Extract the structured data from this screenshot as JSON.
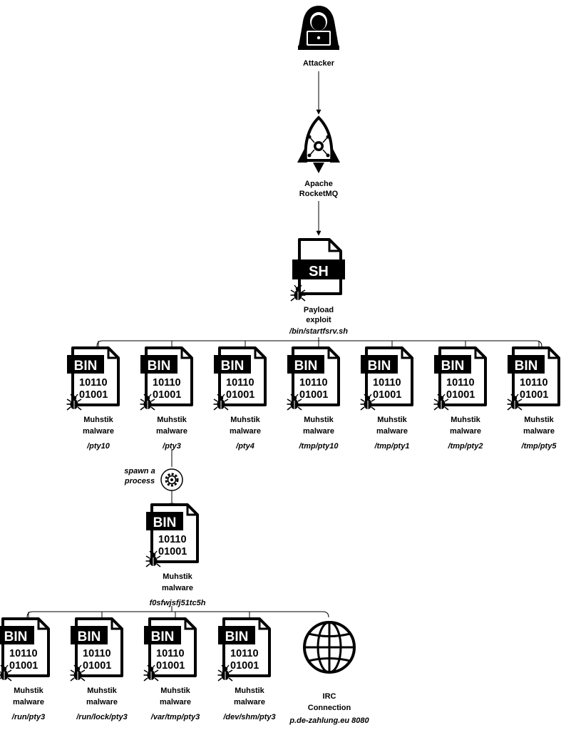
{
  "attacker": {
    "label": "Attacker"
  },
  "rocketmq": {
    "label_line1": "Apache",
    "label_line2": "RocketMQ"
  },
  "payload": {
    "tag": "SH",
    "label_line1": "Payload",
    "label_line2": "exploit",
    "path": "/bin/startfsrv.sh"
  },
  "bin_tag": "BIN",
  "bin_line1": "10110",
  "bin_line2": "01001",
  "malware_line1": "Muhstik",
  "malware_line2": "malware",
  "row1": [
    {
      "path": "/pty10"
    },
    {
      "path": "/pty3"
    },
    {
      "path": "/pty4"
    },
    {
      "path": "/tmp/pty10"
    },
    {
      "path": "/tmp/pty1"
    },
    {
      "path": "/tmp/pty2"
    },
    {
      "path": "/tmp/pty5"
    }
  ],
  "spawn": {
    "line1": "spawn a",
    "line2": "process"
  },
  "middle": {
    "path": "f0sfwjsfj51tc5h"
  },
  "row3": [
    {
      "path": "/run/pty3"
    },
    {
      "path": "/run/lock/pty3"
    },
    {
      "path": "/var/tmp/pty3"
    },
    {
      "path": "/dev/shm/pty3"
    }
  ],
  "irc": {
    "label_line1": "IRC",
    "label_line2": "Connection",
    "path": "p.de-zahlung.eu 8080"
  }
}
